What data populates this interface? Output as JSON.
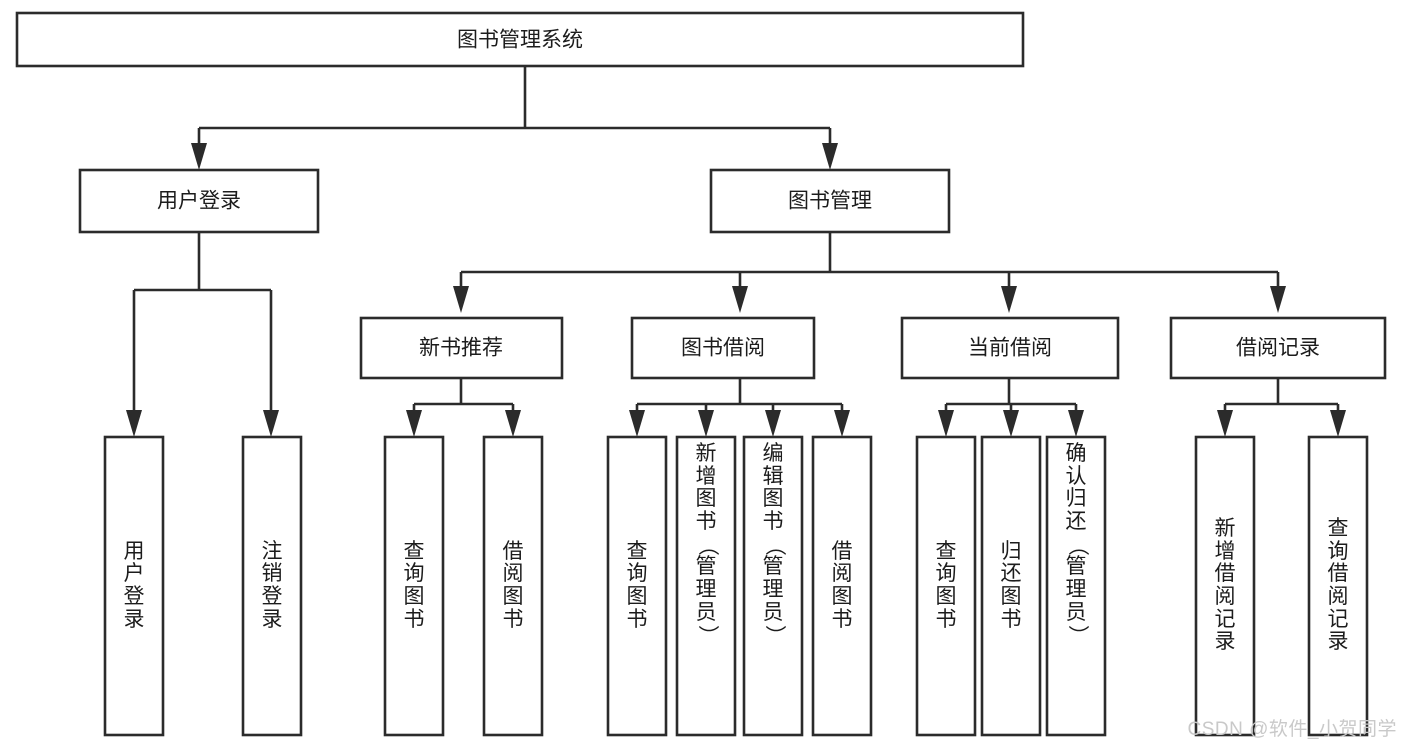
{
  "diagram": {
    "type": "tree-hierarchy",
    "title": "图书管理系统",
    "watermark": "CSDN @软件_小贺同学",
    "colors": {
      "stroke": "#2b2b2b",
      "fill": "#ffffff",
      "text": "#1c1c1c",
      "watermark": "#c9c9c9"
    },
    "root": {
      "label": "图书管理系统"
    },
    "level2": [
      {
        "label": "用户登录"
      },
      {
        "label": "图书管理"
      }
    ],
    "level3": [
      {
        "label": "新书推荐"
      },
      {
        "label": "图书借阅"
      },
      {
        "label": "当前借阅"
      },
      {
        "label": "借阅记录"
      }
    ],
    "leaves": {
      "user_login": [
        {
          "label": "用户登录",
          "chars": [
            "用",
            "户",
            "登",
            "录"
          ]
        },
        {
          "label": "注销登录",
          "chars": [
            "注",
            "销",
            "登",
            "录"
          ]
        }
      ],
      "new_book_recommend": [
        {
          "label": "查询图书",
          "chars": [
            "查",
            "询",
            "图",
            "书"
          ]
        },
        {
          "label": "借阅图书",
          "chars": [
            "借",
            "阅",
            "图",
            "书"
          ]
        }
      ],
      "book_borrow": [
        {
          "label": "查询图书",
          "chars": [
            "查",
            "询",
            "图",
            "书"
          ]
        },
        {
          "label": "新增图书（管理员）",
          "chars": [
            "新",
            "增",
            "图",
            "书",
            "（",
            "管",
            "理",
            "员",
            "）"
          ]
        },
        {
          "label": "编辑图书（管理员）",
          "chars": [
            "编",
            "辑",
            "图",
            "书",
            "（",
            "管",
            "理",
            "员",
            "）"
          ]
        },
        {
          "label": "借阅图书",
          "chars": [
            "借",
            "阅",
            "图",
            "书"
          ]
        }
      ],
      "current_borrow": [
        {
          "label": "查询图书",
          "chars": [
            "查",
            "询",
            "图",
            "书"
          ]
        },
        {
          "label": "归还图书",
          "chars": [
            "归",
            "还",
            "图",
            "书"
          ]
        },
        {
          "label": "确认归还（管理员）",
          "chars": [
            "确",
            "认",
            "归",
            "还",
            "（",
            "管",
            "理",
            "员",
            "）"
          ]
        }
      ],
      "borrow_record": [
        {
          "label": "新增借阅记录",
          "chars": [
            "新",
            "增",
            "借",
            "阅",
            "记",
            "录"
          ]
        },
        {
          "label": "查询借阅记录",
          "chars": [
            "查",
            "询",
            "借",
            "阅",
            "记",
            "录"
          ]
        }
      ]
    }
  }
}
